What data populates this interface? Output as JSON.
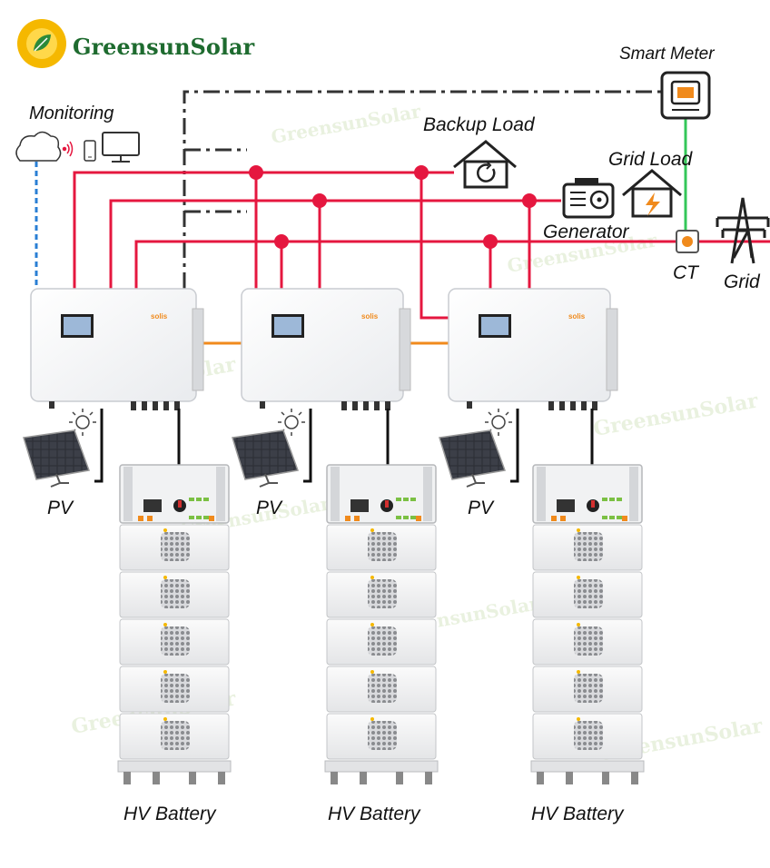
{
  "brand": {
    "name": "GreensunSolar"
  },
  "labels": {
    "monitoring": "Monitoring",
    "smart_meter": "Smart Meter",
    "backup_load": "Backup Load",
    "grid_load": "Grid Load",
    "generator": "Generator",
    "ct": "CT",
    "grid": "Grid",
    "pv": [
      "PV",
      "PV",
      "PV"
    ],
    "battery": [
      "HV Battery",
      "HV Battery",
      "HV Battery"
    ],
    "inverter_brand": [
      "solis",
      "solis",
      "solis"
    ]
  },
  "watermark": "GreensunSolar",
  "colors": {
    "ac_line": "#e5173f",
    "comm_line": "#333333",
    "meter_line": "#34c759",
    "monitor_line": "#2a7fd4",
    "parallel_line": "#f08a1c",
    "brand_green": "#1e6b2f",
    "sun_yellow": "#f5b800"
  }
}
